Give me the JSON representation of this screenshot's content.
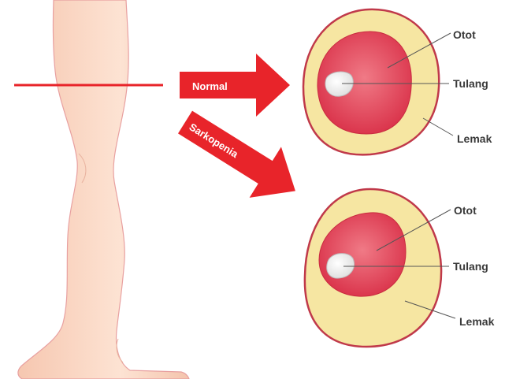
{
  "arrows": {
    "normal": "Normal",
    "sarcopenia": "Sarkopenia"
  },
  "cross_sections": {
    "normal": {
      "muscle": "Otot",
      "bone": "Tulang",
      "fat": "Lemak"
    },
    "sarcopenia": {
      "muscle": "Otot",
      "bone": "Tulang",
      "fat": "Lemak"
    }
  },
  "colors": {
    "skin": "#fbdccb",
    "skin_outline": "#e8a0a0",
    "arrow": "#e8242a",
    "cut_line": "#e8242a",
    "fat": "#f6e6a2",
    "fat_outline": "#c0394a",
    "muscle": "#e84a5c",
    "bone": "#eeeeee",
    "text": "#3a3a3a"
  }
}
